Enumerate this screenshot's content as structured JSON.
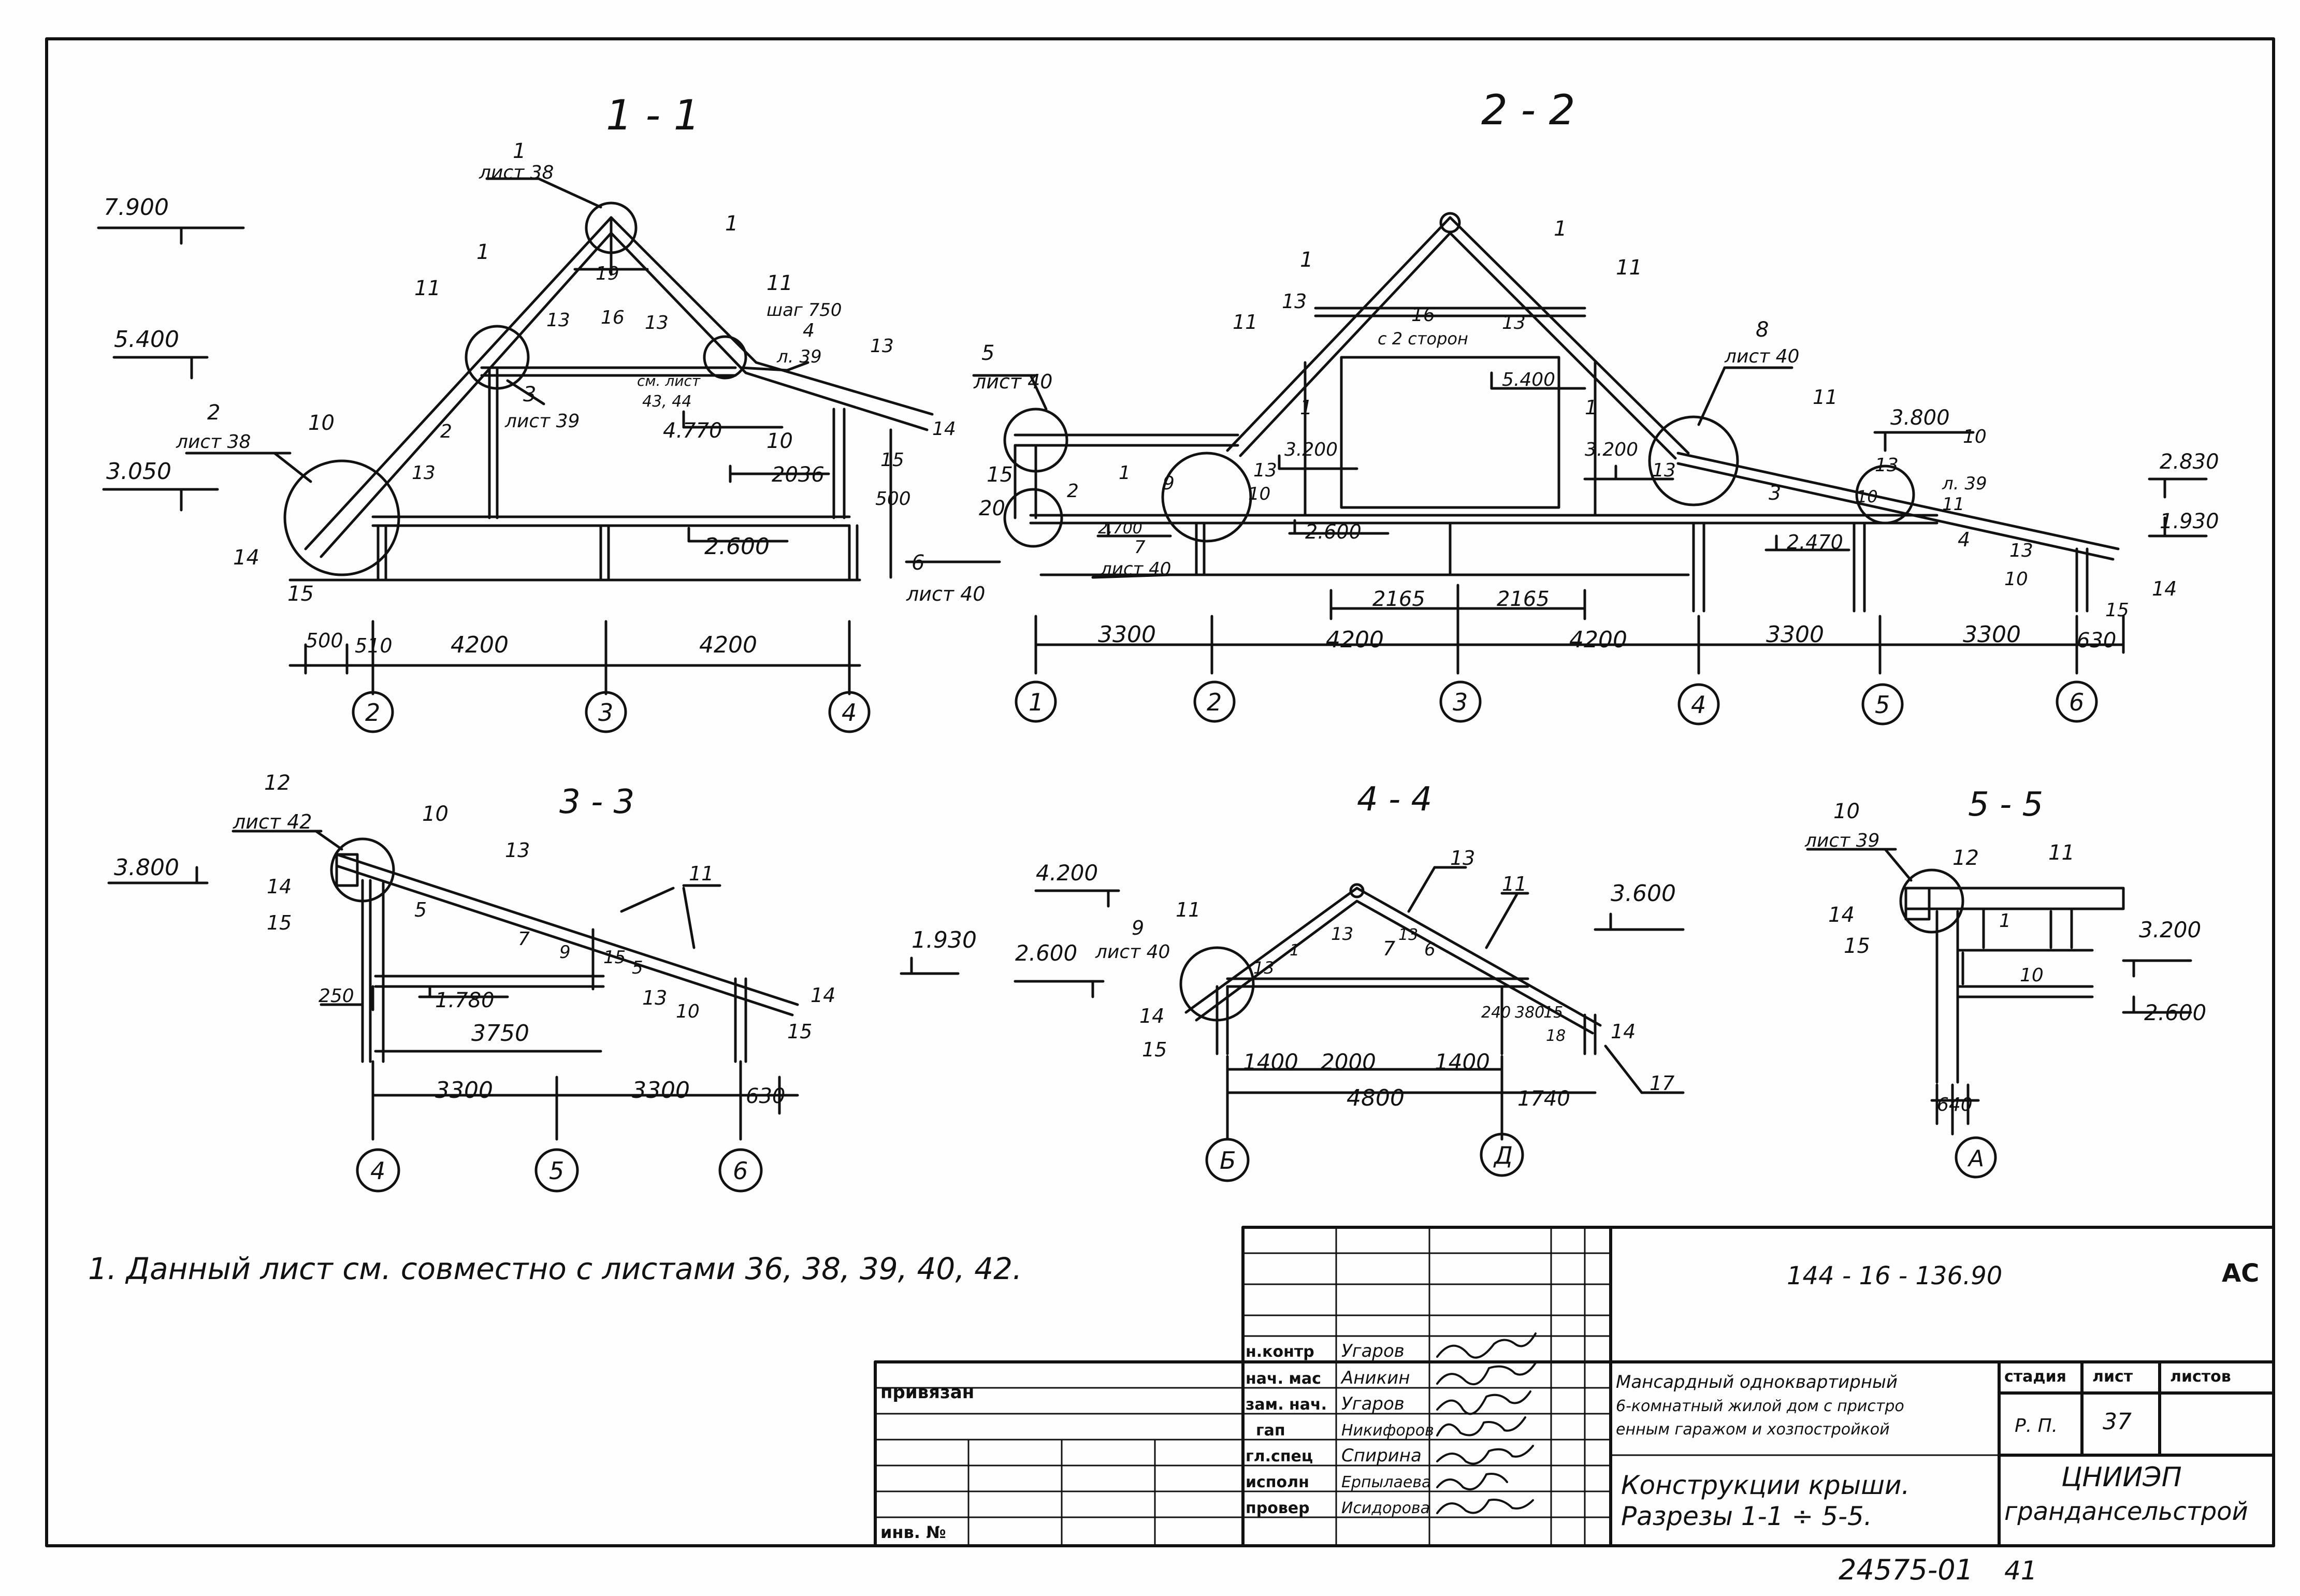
{
  "sections": {
    "s11": {
      "title": "1 - 1",
      "callout_top_num": "1",
      "callout_top_sheet": "лист 38",
      "callout_left_num": "2",
      "callout_left_sheet": "лист 38",
      "callout_mid_num": "3",
      "callout_mid_sheet": "лист 39",
      "callout_right_num": "4",
      "callout_right_sheet": "л. 39",
      "step": "шаг 750",
      "see_sheet_1": "см. лист",
      "see_sheet_2": "43, 44",
      "elevations": [
        "7.900",
        "5.400",
        "3.050",
        "4.770",
        "2.600"
      ],
      "dims": [
        "500",
        "510",
        "4200",
        "4200",
        "2036",
        "500"
      ],
      "axes": [
        "2",
        "3",
        "4"
      ],
      "marks": [
        "1",
        "1",
        "19",
        "16",
        "13",
        "13",
        "11",
        "11",
        "10",
        "10",
        "2",
        "13",
        "14",
        "15",
        "1",
        "13",
        "15",
        "14"
      ]
    },
    "s22": {
      "title": "2 - 2",
      "callout_5_num": "5",
      "callout_5_sheet": "лист 40",
      "callout_6_num": "6",
      "callout_6_sheet": "лист 40",
      "callout_7_num": "7",
      "callout_7_sheet": "лист 40",
      "callout_8_num": "8",
      "callout_8_sheet": "лист 40",
      "callout_11_num": "11",
      "callout_11_sheet": "л. 39",
      "both_sides": "с 2 сторон",
      "elevations": [
        "5.400",
        "3.200",
        "3.200",
        "2.700",
        "2.600",
        "3.800",
        "2.470",
        "2.830",
        "1.930"
      ],
      "dims": [
        "3300",
        "2165",
        "2165",
        "4200",
        "4200",
        "3300",
        "3300",
        "630"
      ],
      "axes": [
        "1",
        "2",
        "3",
        "4",
        "5",
        "6"
      ],
      "marks": [
        "1",
        "1",
        "11",
        "13",
        "16",
        "13",
        "11",
        "1",
        "11",
        "1",
        "15",
        "20",
        "2",
        "1",
        "9",
        "13",
        "10",
        "13",
        "13",
        "3",
        "10",
        "10",
        "4",
        "13",
        "10",
        "15",
        "14"
      ]
    },
    "s33": {
      "title": "3 - 3",
      "callout_num": "12",
      "callout_sheet": "лист 42",
      "elevations": [
        "3.800",
        "1.780",
        "1.930"
      ],
      "dims": [
        "250",
        "3750",
        "3300",
        "3300",
        "630"
      ],
      "axes": [
        "4",
        "5",
        "6"
      ],
      "marks": [
        "10",
        "14",
        "15",
        "13",
        "11",
        "5",
        "7",
        "9",
        "15",
        "5",
        "13",
        "10",
        "14",
        "15"
      ]
    },
    "s44": {
      "title": "4 - 4",
      "callout_num": "9",
      "callout_sheet": "лист 40",
      "elevations": [
        "4.200",
        "2.600",
        "3.600"
      ],
      "dims": [
        "1400",
        "2000",
        "1400",
        "4800",
        "1740",
        "240",
        "380",
        "15",
        "18"
      ],
      "axes": [
        "Б",
        "Д"
      ],
      "marks": [
        "13",
        "11",
        "11",
        "13",
        "13",
        "1",
        "13",
        "7",
        "6",
        "14",
        "15",
        "14",
        "17"
      ]
    },
    "s55": {
      "title": "5 - 5",
      "callout_num": "10",
      "callout_sheet": "лист 39",
      "elevations": [
        "3.200",
        "2.600"
      ],
      "dims": [
        "640"
      ],
      "axes": [
        "А"
      ],
      "marks": [
        "12",
        "11",
        "14",
        "15",
        "1",
        "10"
      ]
    }
  },
  "note": "1. Данный лист см. совместно с листами 36, 38, 39, 40, 42.",
  "title_block": {
    "doc_code": "144 - 16 - 136.90",
    "doc_suffix": "АС",
    "tied": "привязан",
    "inv": "инв. №",
    "roles": [
      "н.контр",
      "нач. мас",
      "зам. нач.",
      "гап",
      "гл.спец",
      "исполн",
      "провер"
    ],
    "names": [
      "Угаров",
      "Аникин",
      "Угаров",
      "Никифоров",
      "Спирина",
      "Ерпылаева",
      "Исидорова"
    ],
    "project_l1": "Мансардный одноквартирный",
    "project_l2": "6-комнатный жилой дом с пристро",
    "project_l3": "енным гаражом и хозпостройкой",
    "sheet_title_l1": "Конструкции крыши.",
    "sheet_title_l2": "Разрезы 1-1 ÷ 5-5.",
    "stage_label": "стадия",
    "sheet_label": "лист",
    "sheets_label": "листов",
    "stage": "Р. П.",
    "sheet_no": "37",
    "org_l1": "ЦНИИЭП",
    "org_l2": "грандансельстрой",
    "archive_no": "24575-01",
    "archive_sheet": "41"
  }
}
